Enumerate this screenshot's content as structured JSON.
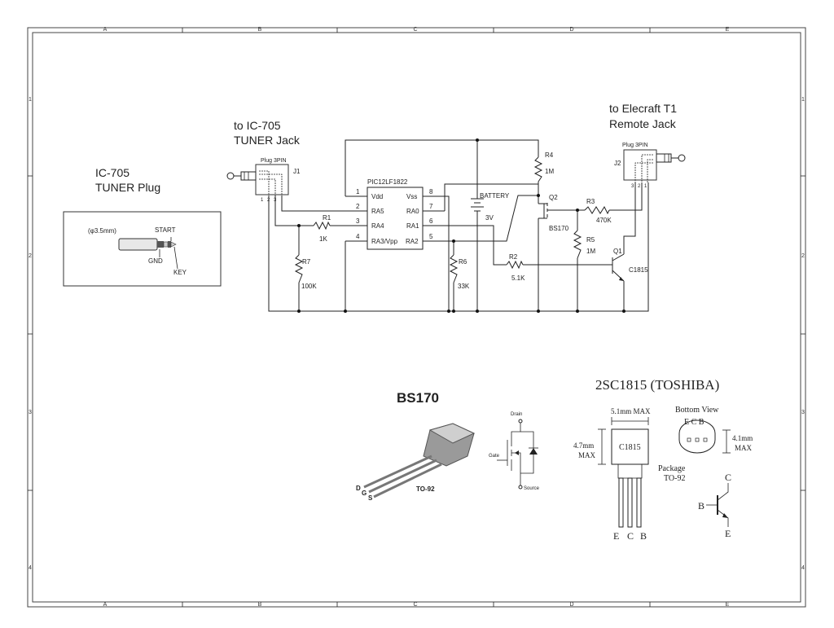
{
  "frame": {
    "cols": [
      "A",
      "B",
      "C",
      "D",
      "E"
    ],
    "rows": [
      "1",
      "2",
      "3",
      "4"
    ]
  },
  "headings": {
    "ic705_jack": [
      "to IC-705",
      "TUNER Jack"
    ],
    "elecraft": [
      "to Elecraft  T1",
      "Remote Jack"
    ],
    "ic705_plug": [
      "IC-705",
      "TUNER Plug"
    ]
  },
  "plug_box": {
    "diameter": "(φ3.5mm)",
    "start": "START",
    "gnd": "GND",
    "key": "KEY"
  },
  "jacks": {
    "j1": {
      "title": "Plug 3PIN",
      "ref": "J1",
      "pins": [
        "1",
        "2",
        "3"
      ]
    },
    "j2": {
      "title": "Plug 3PIN",
      "ref": "J2",
      "pins": [
        "3",
        "2",
        "1"
      ]
    }
  },
  "ic": {
    "name": "PIC12LF1822",
    "left_pins": [
      {
        "num": "1",
        "name": "Vdd"
      },
      {
        "num": "2",
        "name": "RA5"
      },
      {
        "num": "3",
        "name": "RA4"
      },
      {
        "num": "4",
        "name": "RA3/Vpp"
      }
    ],
    "right_pins": [
      {
        "num": "8",
        "name": "Vss"
      },
      {
        "num": "7",
        "name": "RA0"
      },
      {
        "num": "6",
        "name": "RA1"
      },
      {
        "num": "5",
        "name": "RA2"
      }
    ]
  },
  "components": {
    "r1": {
      "ref": "R1",
      "value": "1K"
    },
    "r2": {
      "ref": "R2",
      "value": "5.1K"
    },
    "r3": {
      "ref": "R3",
      "value": "470K"
    },
    "r4": {
      "ref": "R4",
      "value": "1M"
    },
    "r5": {
      "ref": "R5",
      "value": "1M"
    },
    "r6": {
      "ref": "R6",
      "value": "33K"
    },
    "r7": {
      "ref": "R7",
      "value": "100K"
    },
    "battery": {
      "ref": "BATTERY",
      "value": "3V"
    },
    "q1": {
      "ref": "Q1",
      "value": "C1815"
    },
    "q2": {
      "ref": "Q2",
      "value": "BS170"
    }
  },
  "bs170": {
    "title": "BS170",
    "package": "TO-92",
    "leads": [
      "D",
      "G",
      "S"
    ],
    "drain": "Drain",
    "gate": "Gate",
    "source": "Source"
  },
  "c1815": {
    "title": "2SC1815 (TOSHIBA)",
    "width": "5.1mm MAX",
    "height": [
      "4.7mm",
      "MAX"
    ],
    "marking": "C1815",
    "leads": [
      "E",
      "C",
      "B"
    ],
    "bottom_view": "Bottom View",
    "bottom_leads": "E C B",
    "depth": [
      "4.1mm",
      "MAX"
    ],
    "package": [
      "Package",
      "TO-92"
    ],
    "symbol": {
      "c": "C",
      "b": "B",
      "e": "E"
    }
  }
}
